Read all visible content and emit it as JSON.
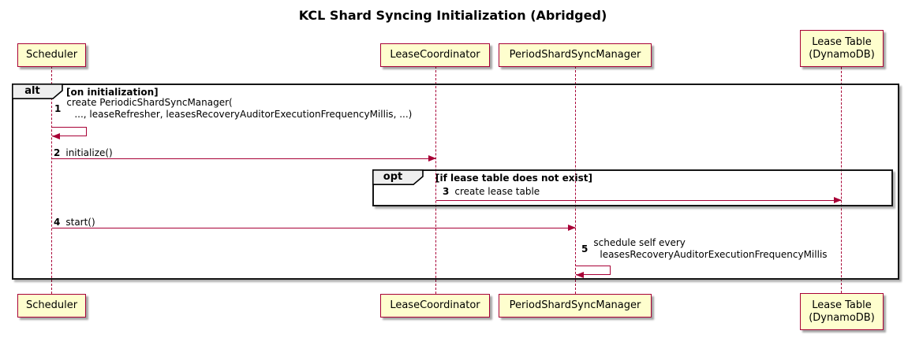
{
  "title": "KCL Shard Syncing Initialization (Abridged)",
  "participants": [
    {
      "name": "Scheduler"
    },
    {
      "name": "LeaseCoordinator"
    },
    {
      "name": "PeriodShardSyncManager"
    },
    {
      "name": "Lease Table",
      "name2": "(DynamoDB)"
    }
  ],
  "frames": {
    "alt": {
      "keyword": "alt",
      "guard": "[on initialization]"
    },
    "opt": {
      "keyword": "opt",
      "guard": "[if lease table does not exist]"
    }
  },
  "messages": {
    "m1": {
      "num": "1",
      "line1": "create PeriodicShardSyncManager(",
      "line2": "..., leaseRefresher, leasesRecoveryAuditorExecutionFrequencyMillis, ...)"
    },
    "m2": {
      "num": "2",
      "text": "initialize()"
    },
    "m3": {
      "num": "3",
      "text": "create lease table"
    },
    "m4": {
      "num": "4",
      "text": "start()"
    },
    "m5": {
      "num": "5",
      "line1": "schedule self every",
      "line2": "leasesRecoveryAuditorExecutionFrequencyMillis"
    }
  },
  "colors": {
    "accent": "#A80036",
    "participant_fill": "#FEFECE",
    "frame_label_fill": "#EEEEEE",
    "frame_border": "#000000"
  }
}
